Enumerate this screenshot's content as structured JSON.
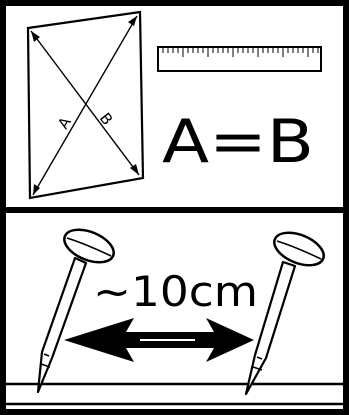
{
  "panels": {
    "top": {
      "diagonal_label_a": "A",
      "diagonal_label_b": "B",
      "equation": "A=B",
      "ruler_icon": "ruler-icon"
    },
    "bottom": {
      "distance_label": "~10cm",
      "nail_icon": "nail-icon",
      "arrow_icon": "double-arrow-icon"
    }
  },
  "colors": {
    "ink": "#000000",
    "paper": "#ffffff"
  }
}
